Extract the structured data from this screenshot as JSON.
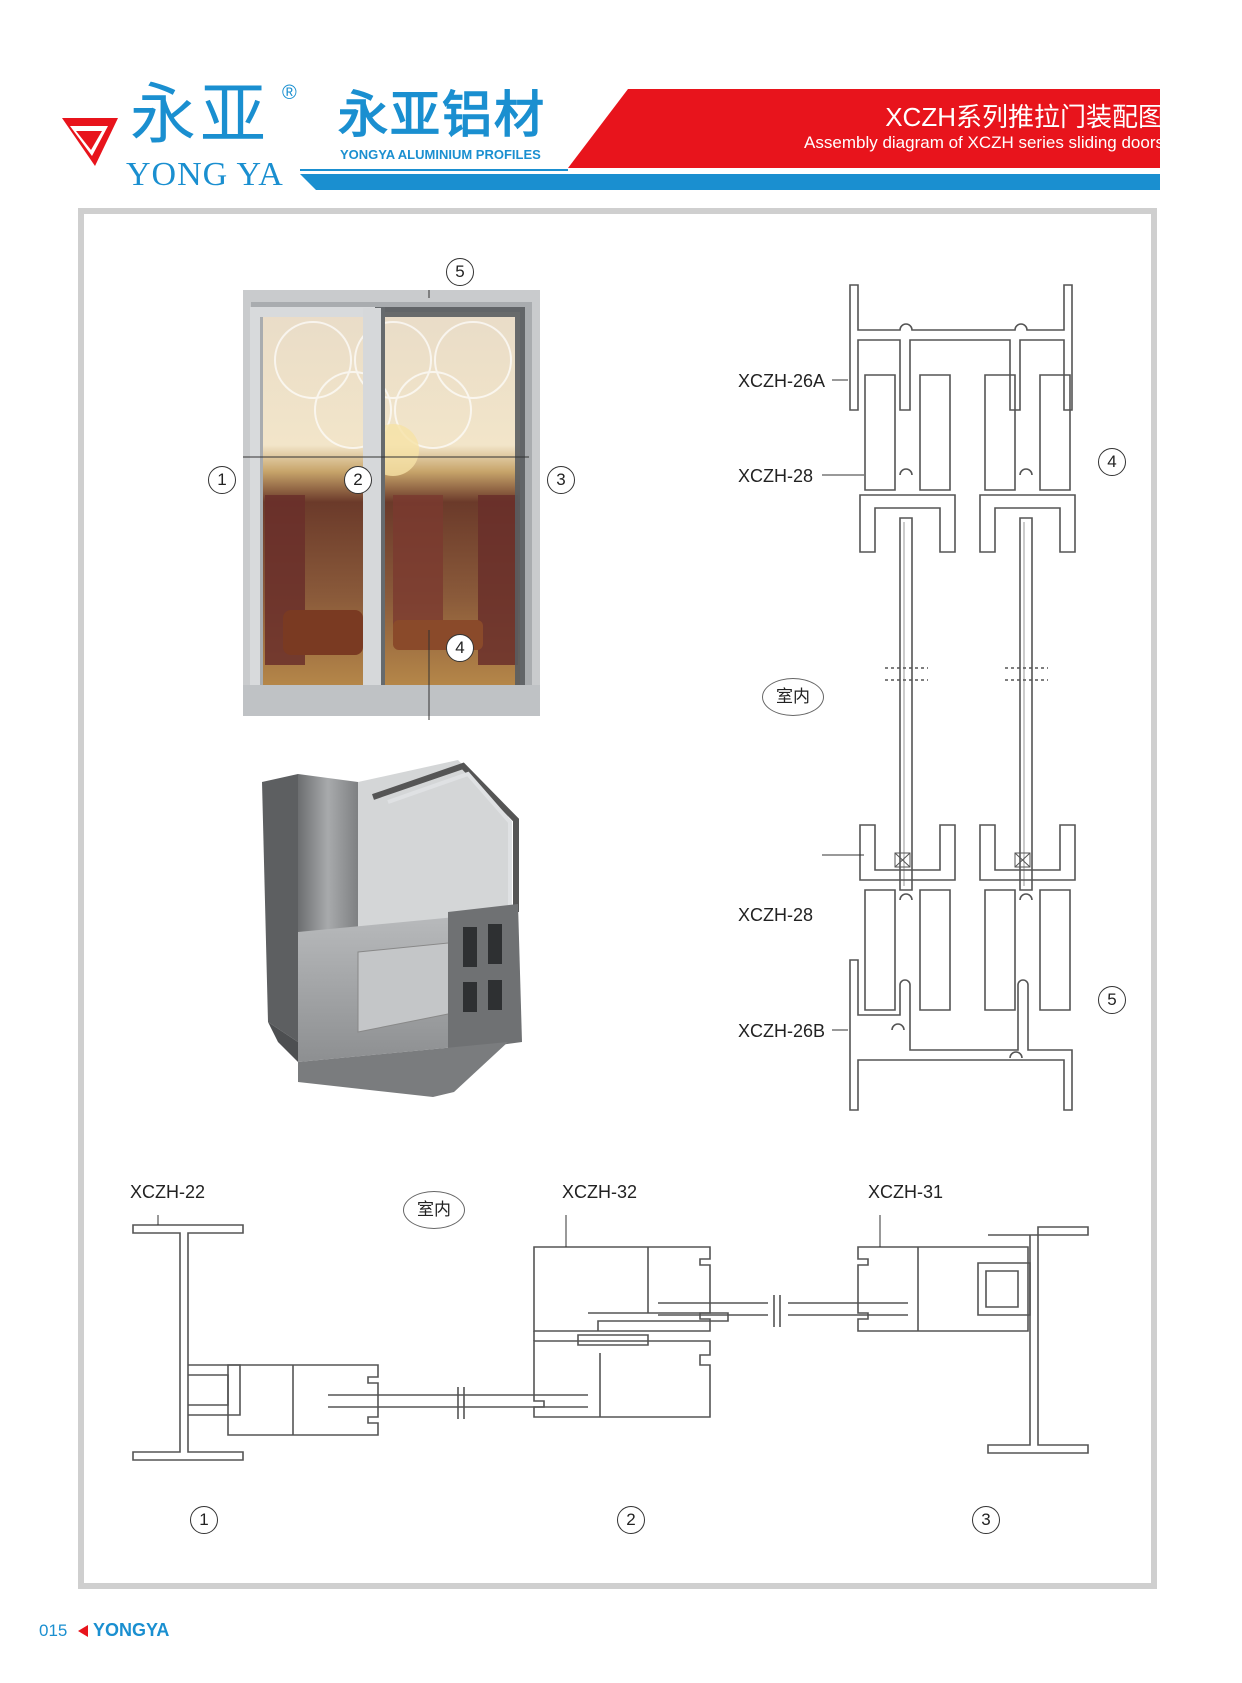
{
  "header": {
    "logo_cn": "永亚",
    "logo_reg": "®",
    "logo_en": "YONG YA",
    "brand_cn": "永亚铝材",
    "brand_en": "YONGYA ALUMINIUM PROFILES",
    "title_cn": "XCZH系列推拉门装配图",
    "title_en": "Assembly diagram of XCZH series sliding doors"
  },
  "colors": {
    "brand_blue": "#1a8fd0",
    "banner_red": "#e8141c",
    "panel_border": "#cfcfcf",
    "profile_stroke": "#555555"
  },
  "photo_callouts": [
    "1",
    "2",
    "3",
    "4",
    "5"
  ],
  "section_labels": {
    "top_rail": "XCZH-26A",
    "upper_sash": "XCZH-28",
    "lower_sash": "XCZH-28",
    "bottom_rail": "XCZH-26B",
    "callout_top": "4",
    "callout_bottom": "5",
    "indoor": "室内"
  },
  "bottom_sections": {
    "left": {
      "label": "XCZH-22",
      "number": "1"
    },
    "middle": {
      "label": "XCZH-32",
      "number": "2"
    },
    "right": {
      "label": "XCZH-31",
      "number": "3"
    },
    "indoor": "室内"
  },
  "footer": {
    "page": "015",
    "brand": "YONGYA"
  }
}
